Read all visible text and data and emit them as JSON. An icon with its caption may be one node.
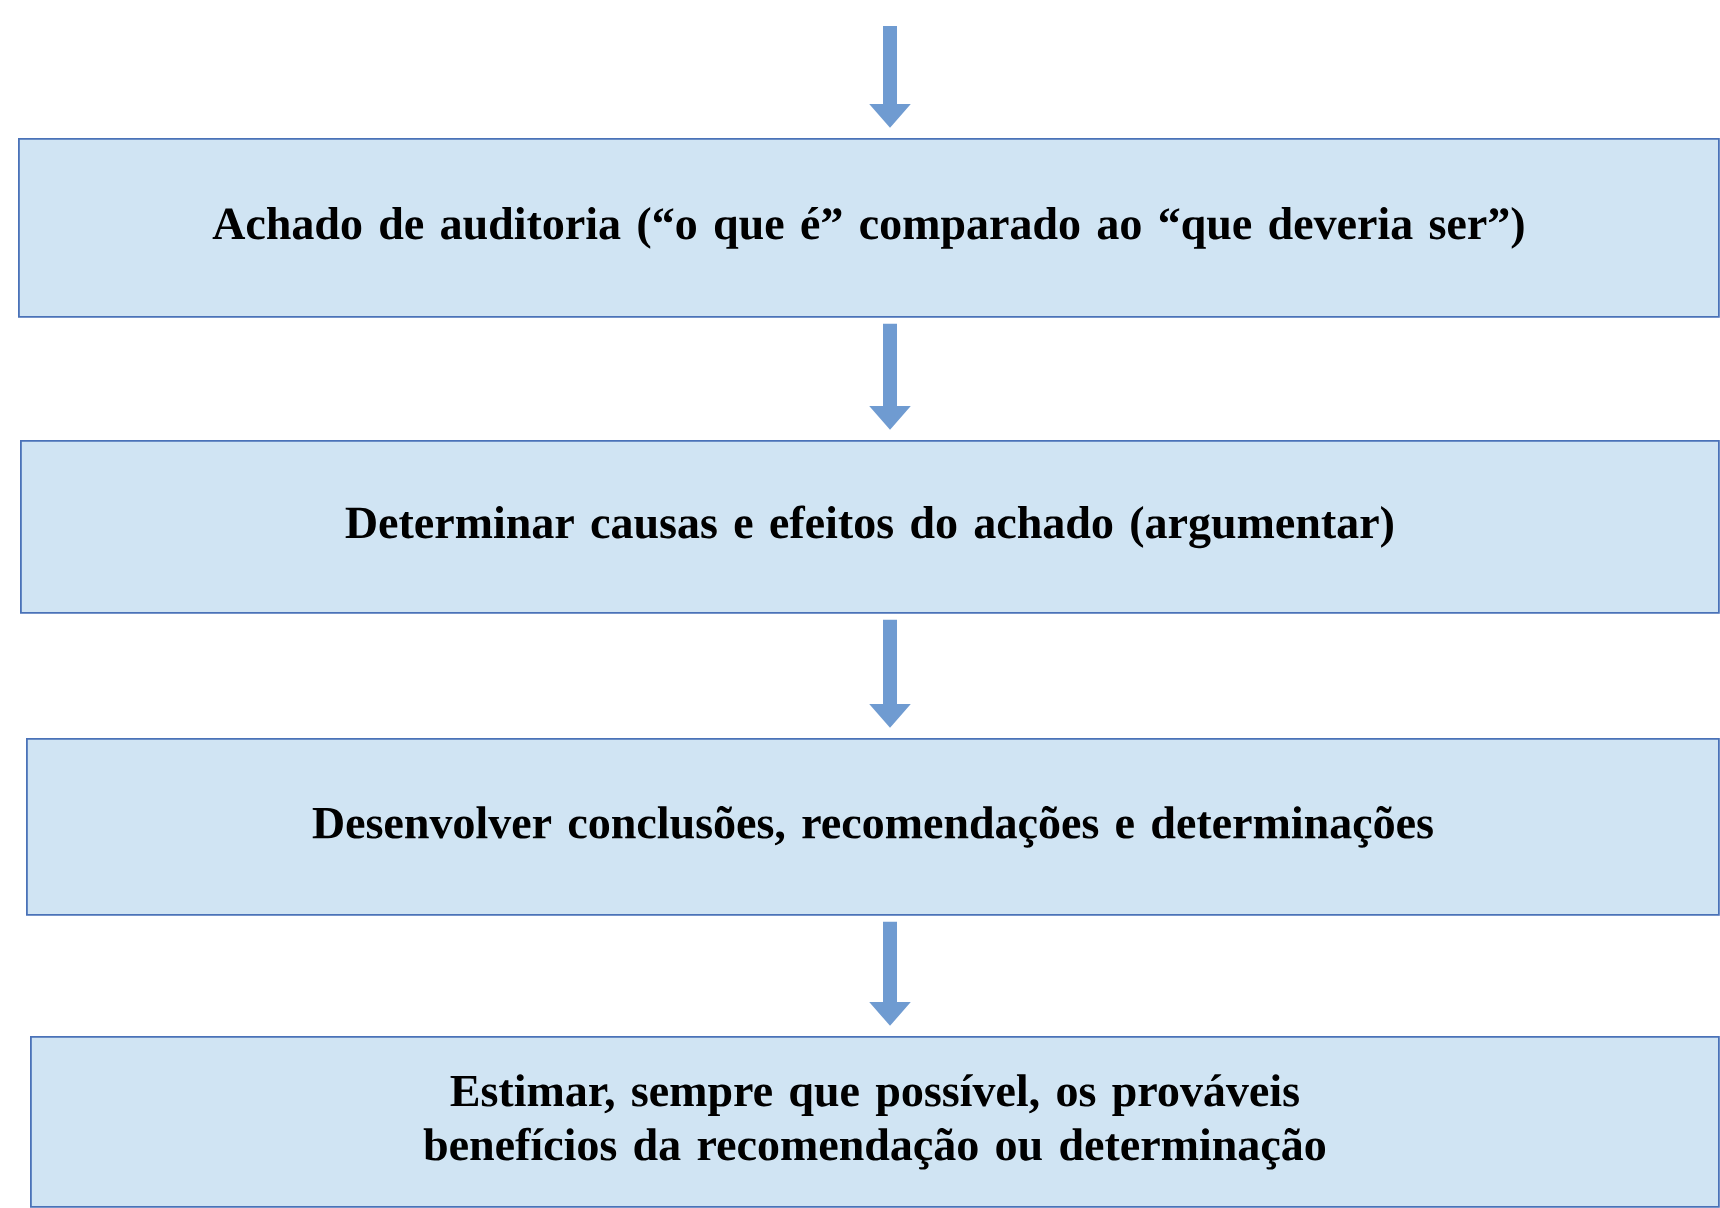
{
  "diagram": {
    "nodes": [
      {
        "text": [
          "Achado de auditoria (“o que é” comparado ao “que deveria ser”)"
        ]
      },
      {
        "text": [
          "Determinar causas e efeitos do achado (argumentar)"
        ]
      },
      {
        "text": [
          "Desenvolver conclusões, recomendações e determinações"
        ]
      },
      {
        "text": [
          "Estimar, sempre que possível, os prováveis benefícios da recomendação ou determinação"
        ]
      }
    ],
    "edges": [
      {
        "from": null,
        "to": 0,
        "arrow": "to"
      },
      {
        "from": 0,
        "to": 1,
        "arrow": "to"
      },
      {
        "from": 1,
        "to": 2,
        "arrow": "to"
      },
      {
        "from": 2,
        "to": 3,
        "arrow": "to"
      }
    ]
  }
}
